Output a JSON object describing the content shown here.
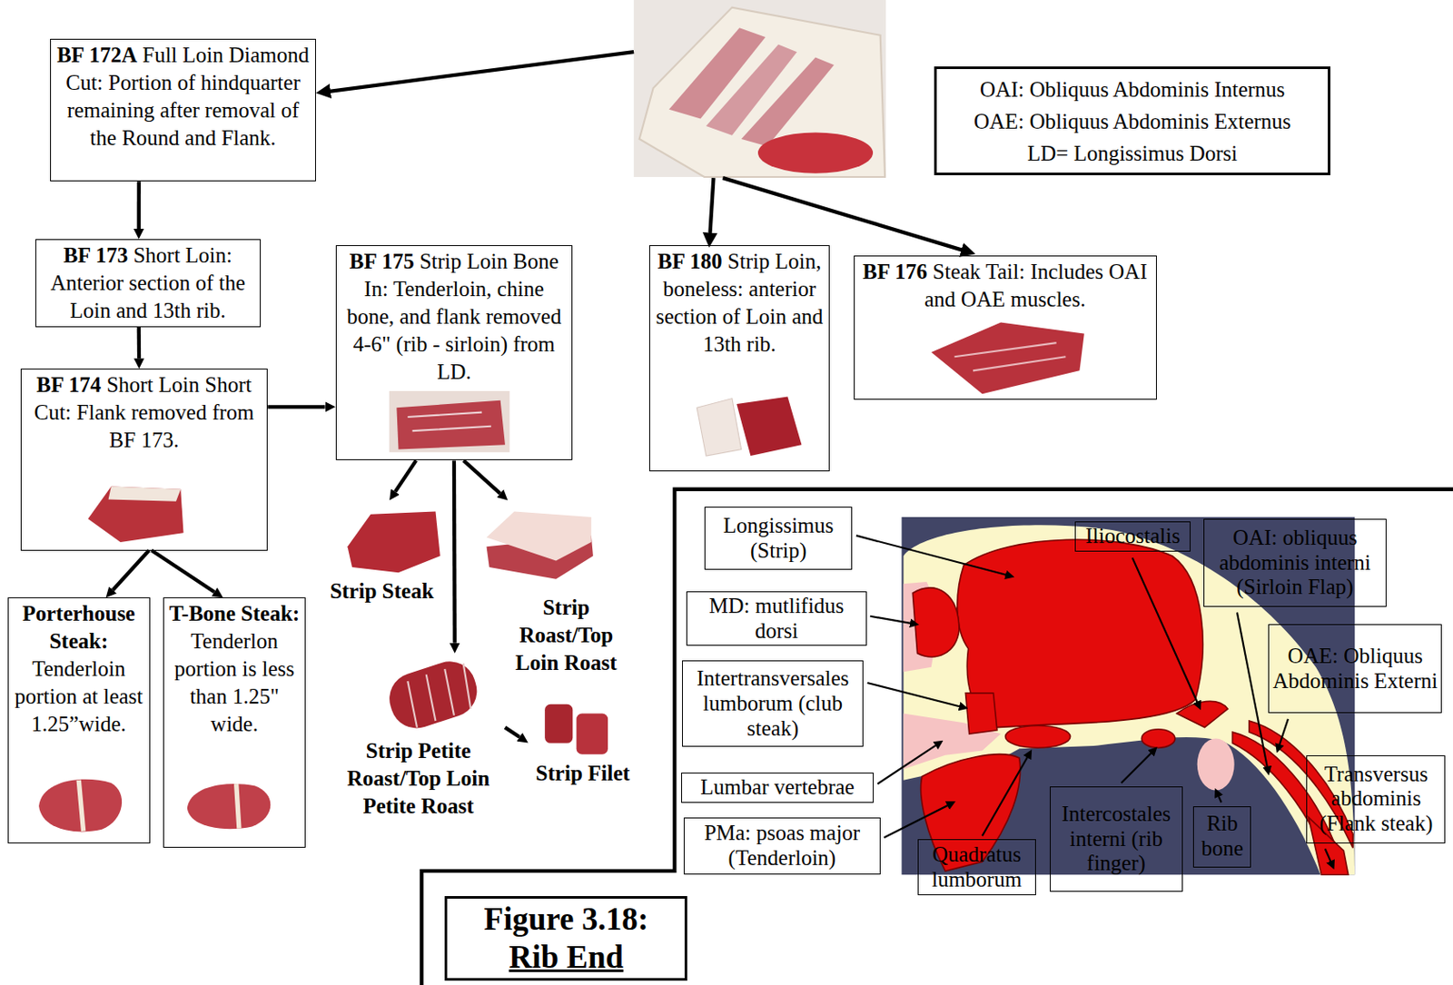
{
  "diagram": {
    "nodes": [
      {
        "text": [
          "BF 172A",
          "Full Loin Diamond Cut: Portion of hindquarter remaining after removal of the Round and Flank."
        ]
      },
      {
        "text": [
          "OAI: Obliquus Abdominis Internus",
          "OAE: Obliquus Abdominis Externus",
          "LD= Longissimus Dorsi"
        ]
      },
      {
        "text": [
          "BF 173",
          "Short Loin: Anterior section of the Loin and 13th rib."
        ]
      },
      {
        "text": [
          "BF 175",
          "Strip Loin Bone In: Tenderloin, chine bone, and flank removed 4-6\" (rib - sirloin) from LD."
        ]
      },
      {
        "text": [
          "BF 180",
          "Strip Loin, boneless: anterior section of Loin and 13th rib."
        ]
      },
      {
        "text": [
          "BF 176",
          "Steak Tail: Includes OAI and OAE muscles."
        ]
      },
      {
        "text": [
          "BF 174",
          "Short Loin Short Cut: Flank removed from BF 173."
        ]
      },
      {
        "text": [
          "Strip Steak"
        ]
      },
      {
        "text": [
          "Strip Roast/Top Loin Roast"
        ]
      },
      {
        "text": [
          "Porterhouse Steak:",
          "Tenderloin portion at least 1.25”wide."
        ]
      },
      {
        "text": [
          "T-Bone Steak:",
          "Tenderlon portion is less than 1.25\" wide."
        ]
      },
      {
        "text": [
          "Strip Petite Roast/Top Loin Petite Roast"
        ]
      },
      {
        "text": [
          "Strip Filet"
        ]
      },
      {
        "text": [
          "Longissimus (Strip)"
        ]
      },
      {
        "text": [
          "Iliocostalis"
        ]
      },
      {
        "text": [
          "OAI: obliquus abdominis interni (Sirloin Flap)"
        ]
      },
      {
        "text": [
          "MD: mutlifidus dorsi"
        ]
      },
      {
        "text": [
          "OAE: Obliquus Abdominis Externi"
        ]
      },
      {
        "text": [
          "Intertransversales lumborum (club steak)"
        ]
      },
      {
        "text": [
          "Transversus abdominis (Flank steak)"
        ]
      },
      {
        "text": [
          "Lumbar vertebrae"
        ]
      },
      {
        "text": [
          "Intercostales interni (rib finger)"
        ]
      },
      {
        "text": [
          "Rib bone"
        ]
      },
      {
        "text": [
          "PMa: psoas major (Tenderloin)"
        ]
      },
      {
        "text": [
          "Quadratus lumborum"
        ]
      },
      {
        "text": [
          "Figure 3.18:",
          "Rib End"
        ]
      }
    ],
    "edges": [
      {
        "from": 0,
        "to": 2,
        "arrow": "to"
      },
      {
        "from": 2,
        "to": 6,
        "arrow": "to"
      },
      {
        "from": 6,
        "to": 3,
        "arrow": "to"
      },
      {
        "from": 3,
        "to": 7,
        "arrow": "to"
      },
      {
        "from": 3,
        "to": 8,
        "arrow": "to"
      },
      {
        "from": 3,
        "to": 11,
        "arrow": "to"
      },
      {
        "from": 11,
        "to": 12,
        "arrow": "to"
      },
      {
        "from": 6,
        "to": 9,
        "arrow": "to"
      },
      {
        "from": 6,
        "to": 10,
        "arrow": "to"
      }
    ]
  }
}
